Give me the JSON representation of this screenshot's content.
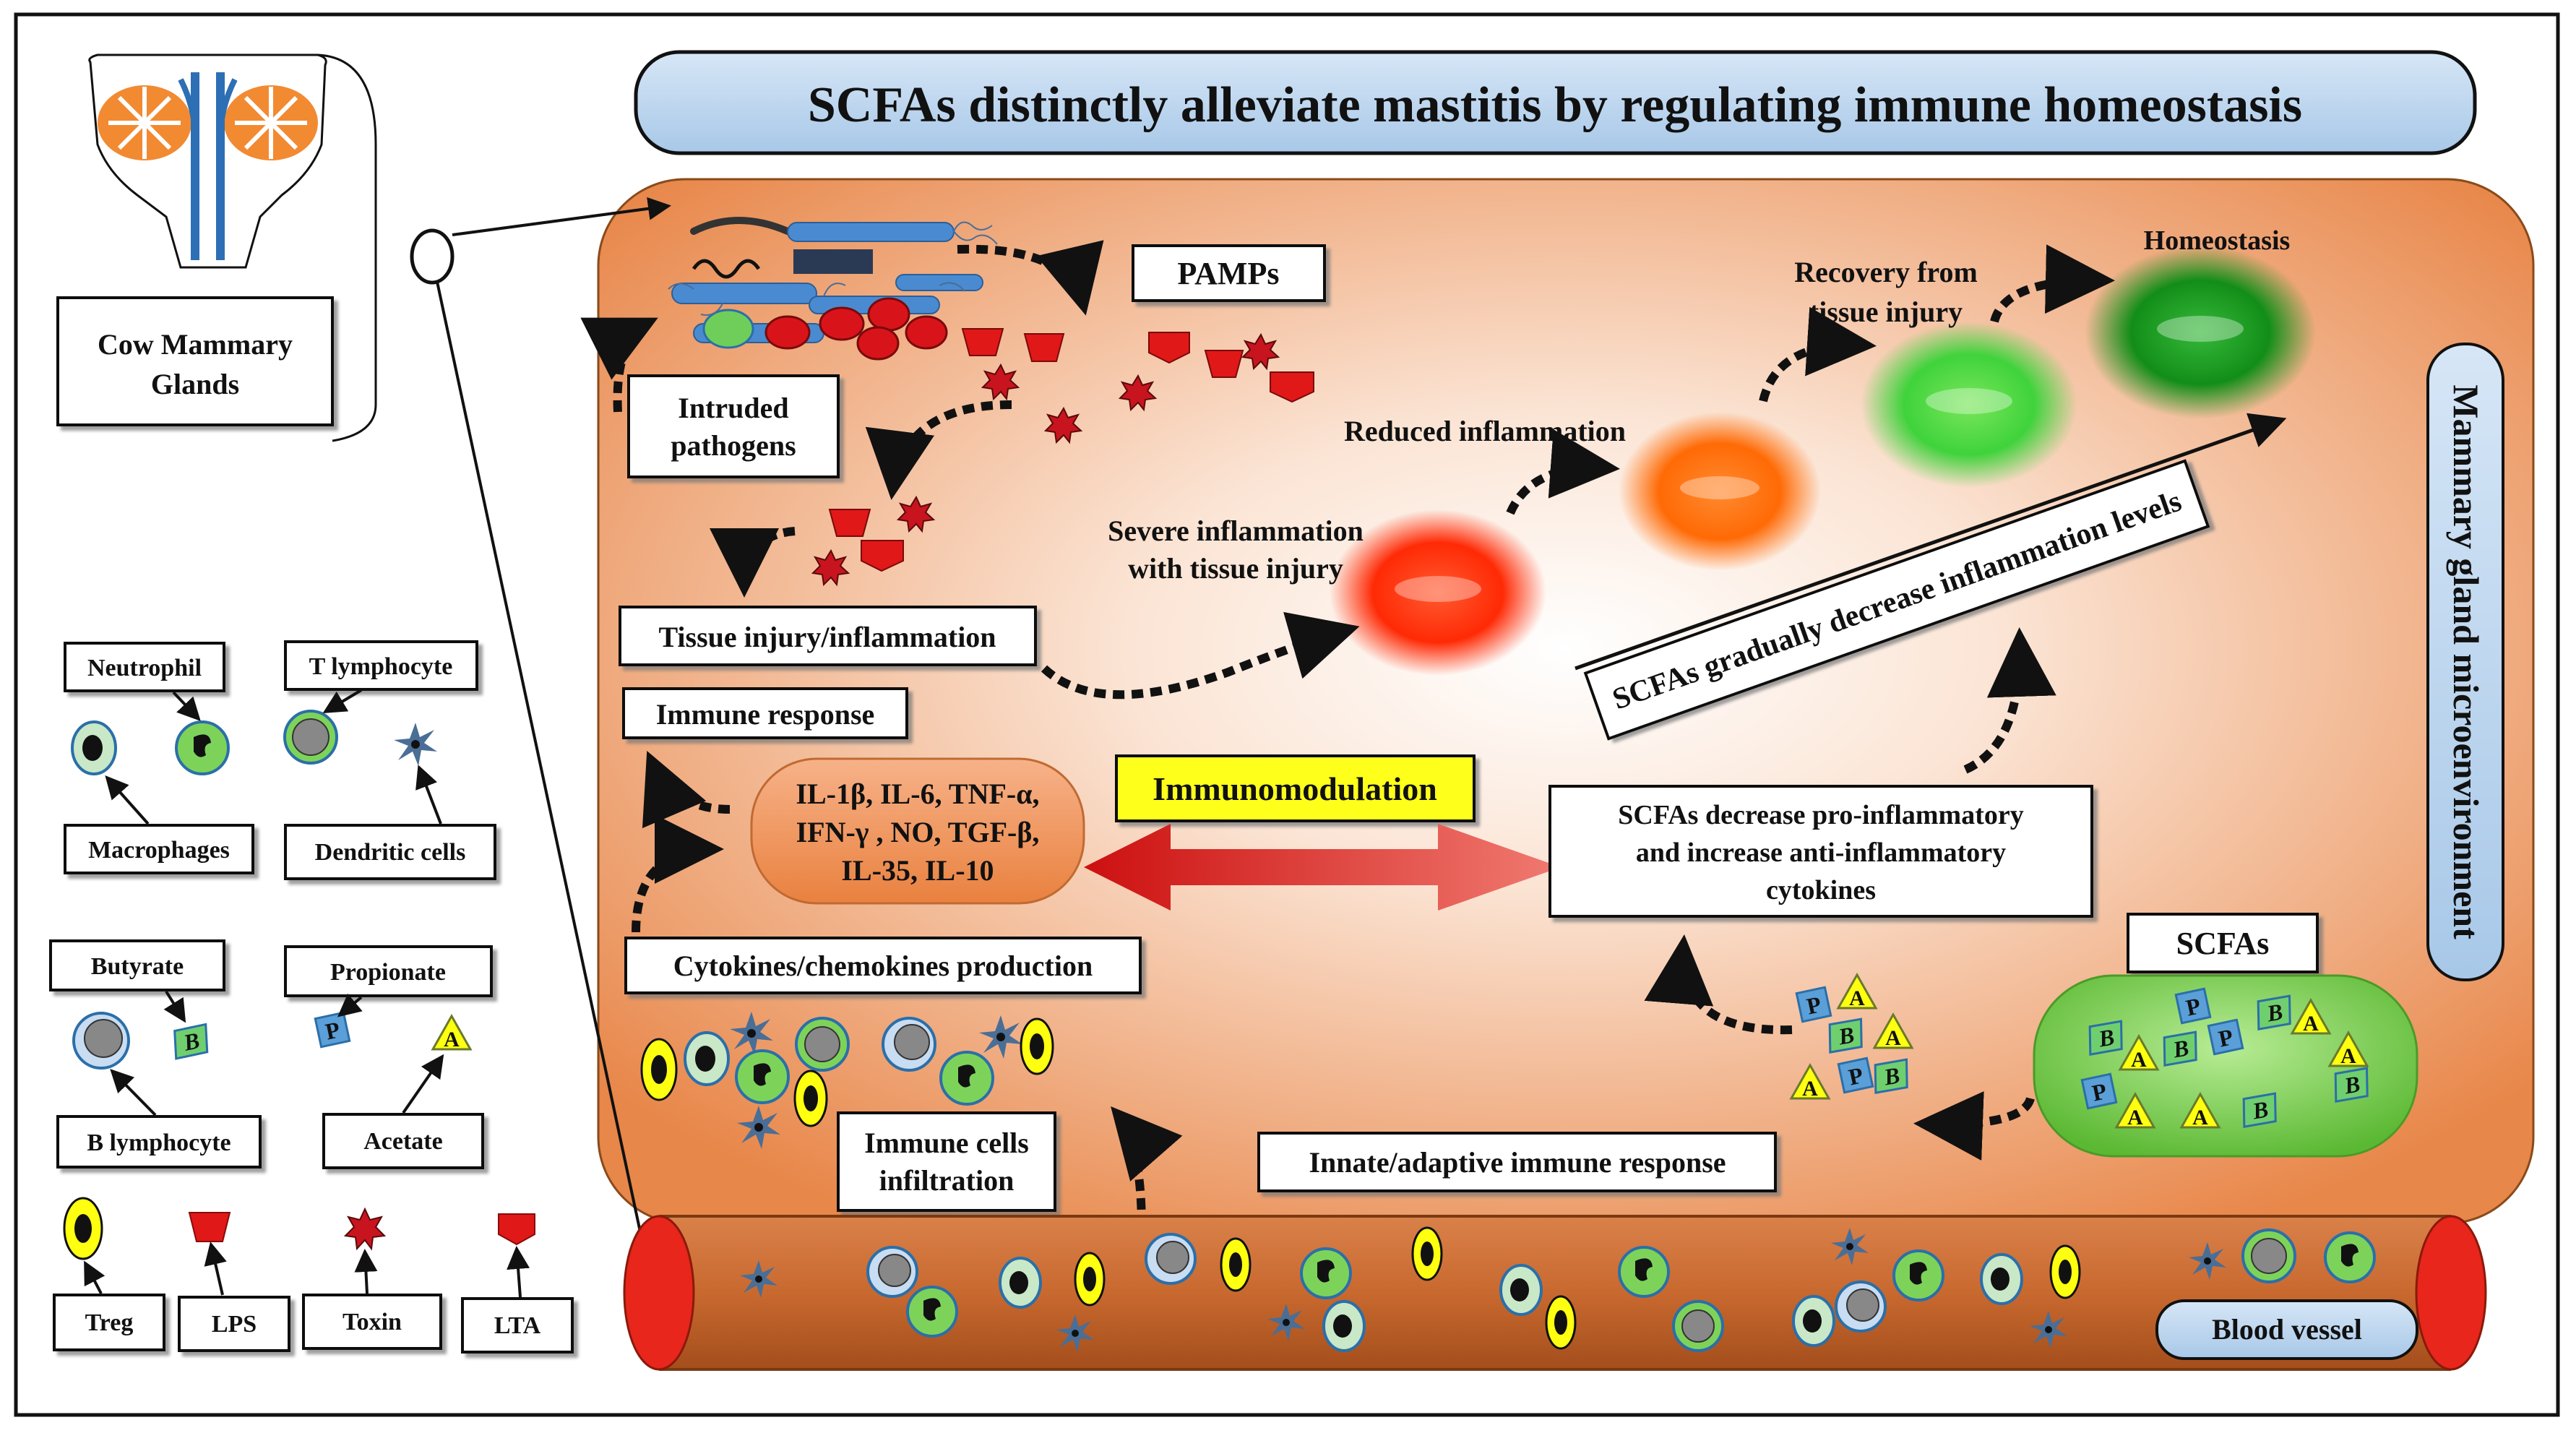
{
  "title": "SCFAs distinctly alleviate mastitis by regulating immune homeostasis",
  "vertical_banner": "Mammary gland microenvironment",
  "source_organ": {
    "label_line1": "Cow Mammary",
    "label_line2": "Glands"
  },
  "pathway": {
    "pamps": "PAMPs",
    "intruded_pathogens_line1": "Intruded",
    "intruded_pathogens_line2": "pathogens",
    "tissue_injury": "Tissue injury/inflammation",
    "immune_response": "Immune response",
    "cytokines_production": "Cytokines/chemokines production",
    "cytokine_list_line1": "IL-1β, IL-6, TNF-α,",
    "cytokine_list_line2": "IFN-γ , NO, TGF-β,",
    "cytokine_list_line3": "IL-35, IL-10",
    "immunomodulation": "Immunomodulation",
    "scfa_effect_line1": "SCFAs decrease pro-inflammatory",
    "scfa_effect_line2": "and increase anti-inflammatory",
    "scfa_effect_line3": "cytokines",
    "scfas": "SCFAs",
    "immune_cells_infiltration_line1": "Immune cells",
    "immune_cells_infiltration_line2": "infiltration",
    "innate_adaptive": "Innate/adaptive immune response",
    "blood_vessel": "Blood vessel"
  },
  "inflammation_stages": {
    "severe_line1": "Severe inflammation",
    "severe_line2": "with tissue injury",
    "reduced": "Reduced inflammation",
    "recovery_line1": "Recovery from",
    "recovery_line2": "tissue injury",
    "homeostasis": "Homeostasis",
    "gradient_label": "SCFAs gradually decrease inflammation levels"
  },
  "legend": {
    "neutrophil": "Neutrophil",
    "t_lymphocyte": "T lymphocyte",
    "macrophages": "Macrophages",
    "dendritic_cells": "Dendritic cells",
    "butyrate": "Butyrate",
    "propionate": "Propionate",
    "b_lymphocyte": "B lymphocyte",
    "acetate": "Acetate",
    "treg": "Treg",
    "lps": "LPS",
    "toxin": "Toxin",
    "lta": "LTA"
  },
  "molecule_letters": {
    "butyrate": "B",
    "propionate": "P",
    "acetate": "A"
  },
  "colors": {
    "banner_fill": "#b9d4ee",
    "microenvironment": "#e8874a",
    "vessel": "#c2632a",
    "vessel_end": "#e8261c",
    "severe": "#ff3a10",
    "reduced": "#ff7a10",
    "recovery": "#3fd33b",
    "homeostasis": "#1aa21f",
    "scfa_pool": "#63c23a",
    "immunomodulation_fill": "#ffff1a",
    "cytokine_fill": "#f2955a",
    "pathogen_red": "#e01818",
    "neutrophil_green": "#7dd35a",
    "treg_yellow": "#ffff10",
    "dendritic_blue": "#4a6e96"
  }
}
